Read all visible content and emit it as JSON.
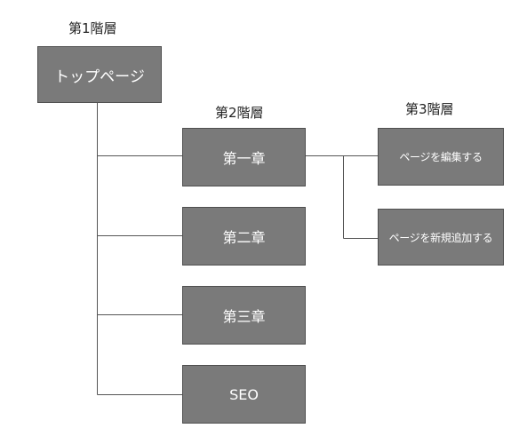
{
  "levels": {
    "level1": "第1階層",
    "level2": "第2階層",
    "level3": "第3階層"
  },
  "nodes": {
    "root": "トップページ",
    "chapter1": "第一章",
    "chapter2": "第二章",
    "chapter3": "第三章",
    "seo": "SEO",
    "edit_page": "ページを編集する",
    "add_page": "ページを新規追加する"
  }
}
